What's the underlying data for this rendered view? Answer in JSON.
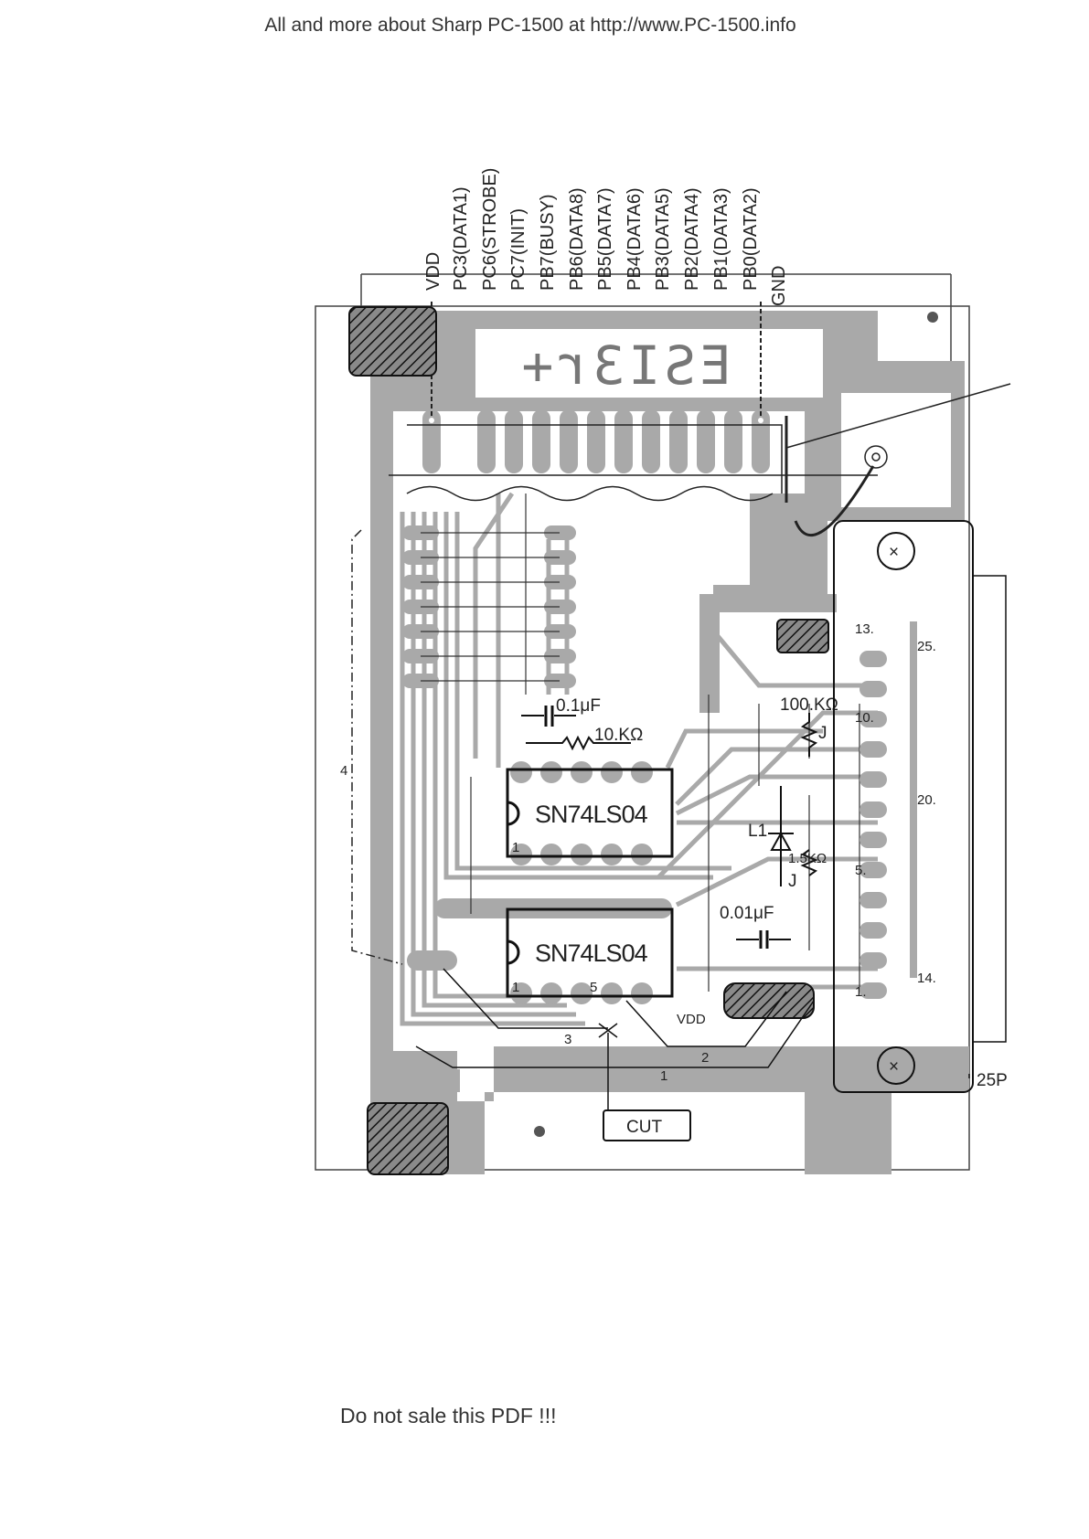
{
  "header": "All and more about Sharp PC-1500 at http://www.PC-1500.info",
  "footer": "Do not sale this PDF !!!",
  "diagram": {
    "pin_labels": [
      "VDD",
      "PC3(DATA1)",
      "PC6(STROBE)",
      "PC7(INIT)",
      "PB7(BUSY)",
      "PB6(DATA8)",
      "PB5(DATA7)",
      "PB4(DATA6)",
      "PB3(DATA5)",
      "PB2(DATA4)",
      "PB1(DATA3)",
      "PB0(DATA2)",
      "GND"
    ],
    "silkscreen": "ESI3r+",
    "ic1": "SN74LS04",
    "ic2": "SN74LS04",
    "ic_pin1": "1",
    "ic_pin5": "5",
    "cap1": "0.1μF",
    "res1": "10.KΩ",
    "res2": "100.KΩ",
    "res2_tol": "J",
    "diode": "L1",
    "res3": "1.5KΩ",
    "res3_tol": "J",
    "cap2": "0.01μF",
    "vdd": "VDD",
    "cut": "CUT",
    "steps": [
      "1",
      "2",
      "3",
      "4"
    ],
    "connector": "25P",
    "conn_pins_left": [
      "13.",
      "10.",
      "5.",
      "1."
    ],
    "conn_pins_right": [
      "25.",
      "20.",
      "14."
    ]
  },
  "colors": {
    "pcb": "#a9a9a9",
    "ink": "#222222"
  }
}
